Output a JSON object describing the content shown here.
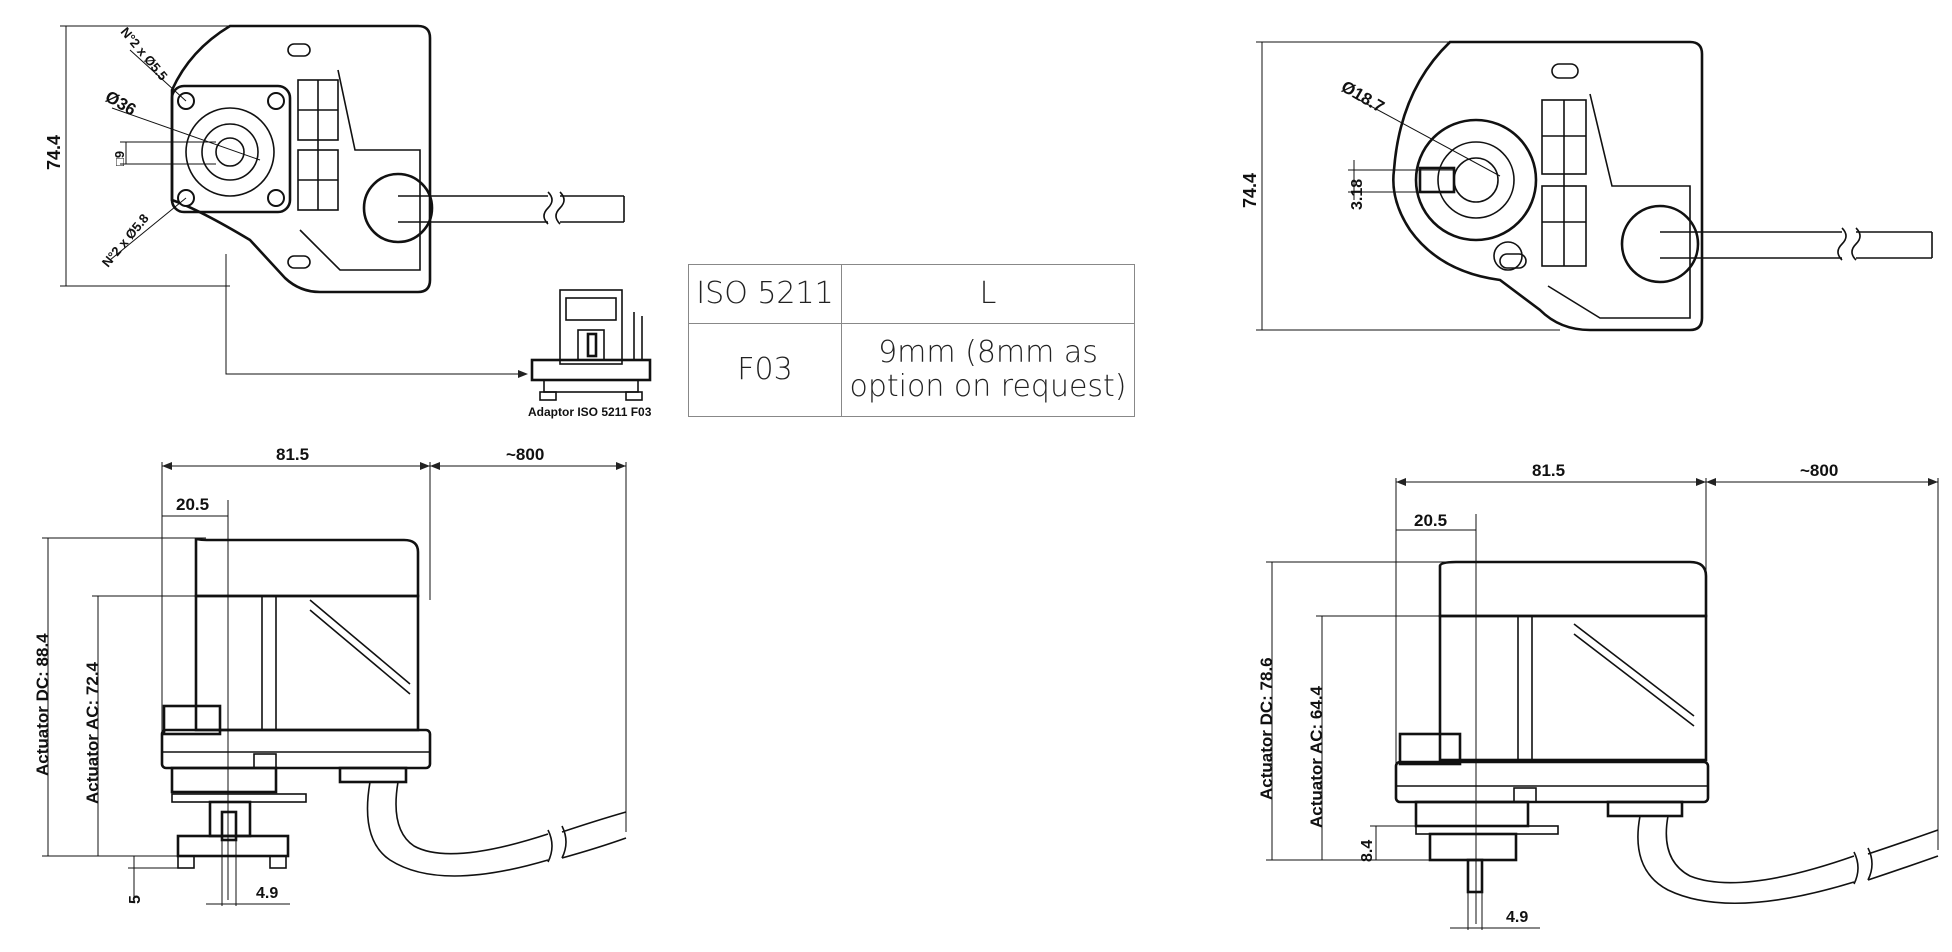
{
  "drawing": {
    "left_top_view": {
      "height_dim": "74.4",
      "holes_upper": "N°2 x Ø5.5",
      "holes_lower": "N°2 x Ø5.8",
      "flange_dia": "Ø36",
      "square_drive": "□9"
    },
    "adaptor_label": "Adaptor ISO 5211 F03",
    "right_top_view": {
      "height_dim": "74.4",
      "shaft_dia": "Ø18.7",
      "flat_dim": "3.18"
    },
    "left_side_view": {
      "width_dim": "81.5",
      "cable_dim": "~800",
      "offset_dim": "20.5",
      "dc_height": "Actuator DC: 88.4",
      "ac_height": "Actuator AC: 72.4",
      "base_dim": "5",
      "shaft_dim": "4.9"
    },
    "right_side_view": {
      "width_dim": "81.5",
      "cable_dim": "~800",
      "offset_dim": "20.5",
      "dc_height": "Actuator DC: 78.6",
      "ac_height": "Actuator AC: 64.4",
      "base_dim": "8.4",
      "shaft_dim": "4.9"
    }
  },
  "spec_table": {
    "row1_key": "ISO 5211",
    "row1_value": "L",
    "row2_key": "F03",
    "row2_value_line1": "9mm (8mm as",
    "row2_value_line2": "option on request)"
  }
}
